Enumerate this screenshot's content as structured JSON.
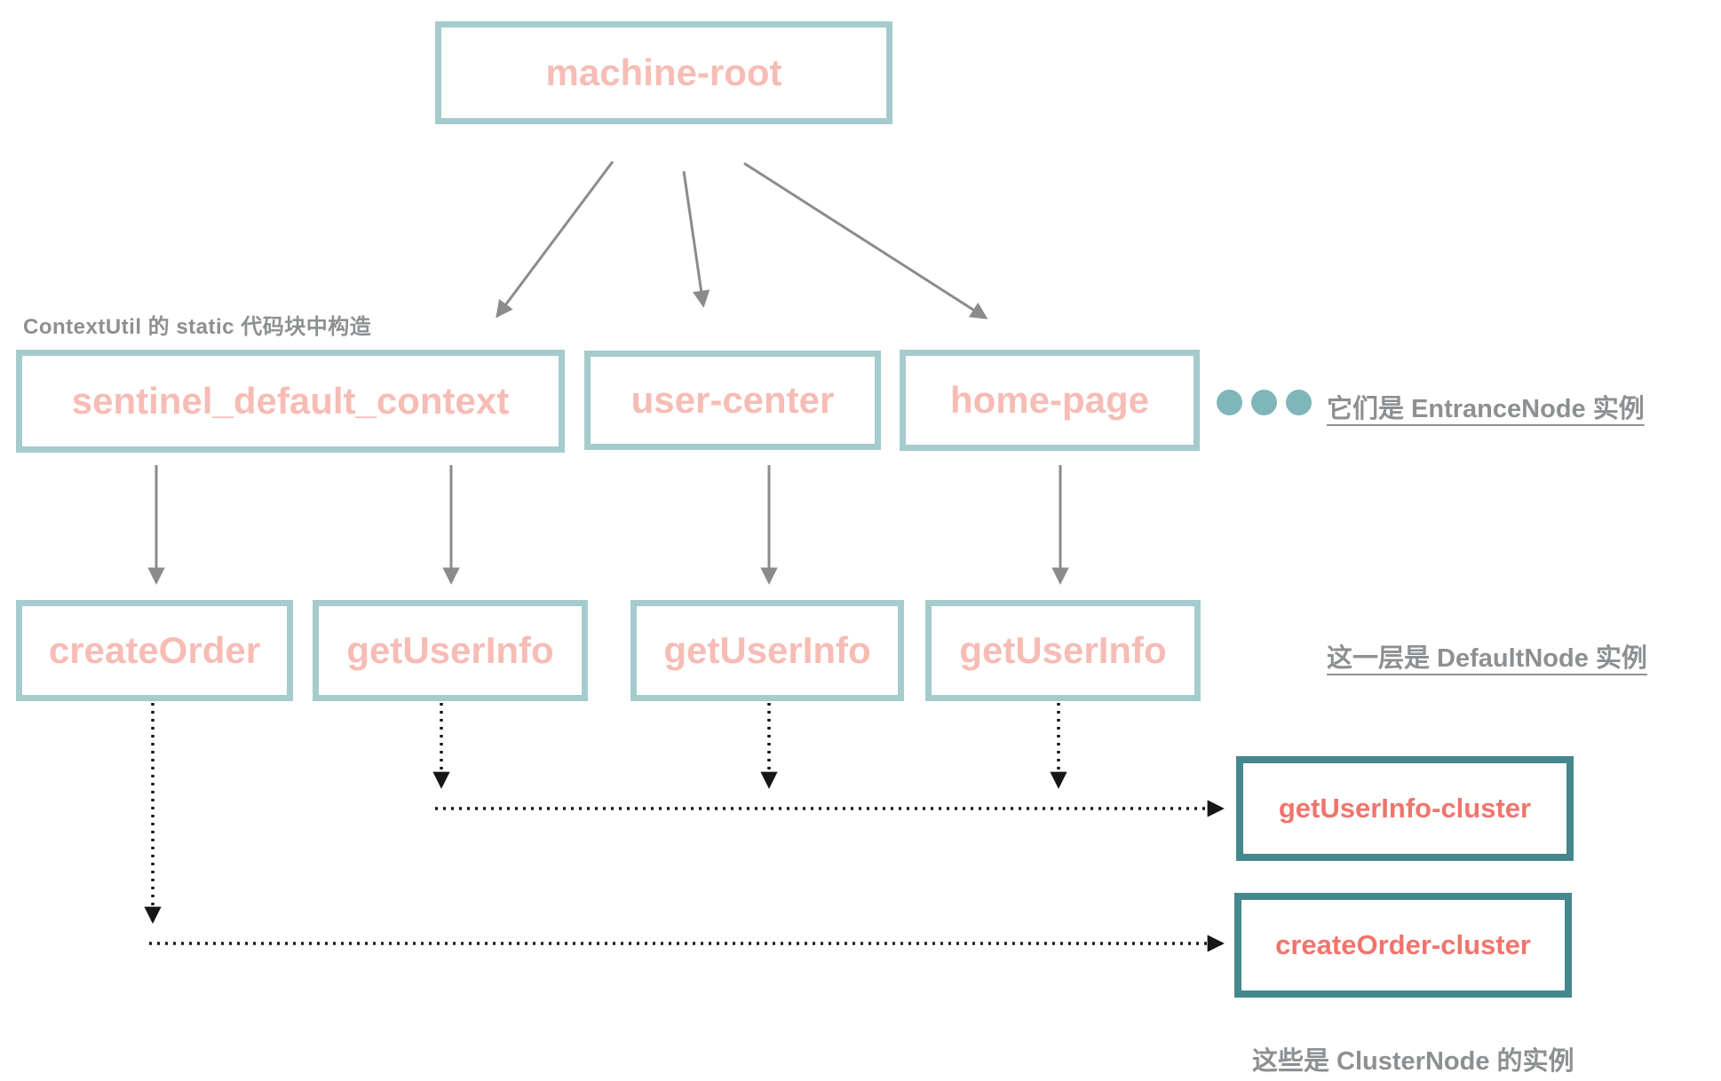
{
  "colors": {
    "box_border_light": "#a5cbcd",
    "box_border_dark": "#44878d",
    "label_pink": "#f6bcb5",
    "label_red": "#f1746c",
    "annotation_gray": "#8d9092",
    "arrow_gray": "#8b8b8b",
    "arrow_black": "#161616",
    "dot_teal": "#7fb6ba"
  },
  "nodes": {
    "machine_root": "machine-root",
    "sentinel_default_context": "sentinel_default_context",
    "user_center": "user-center",
    "home_page": "home-page",
    "create_order": "createOrder",
    "get_user_info_1": "getUserInfo",
    "get_user_info_2": "getUserInfo",
    "get_user_info_3": "getUserInfo",
    "get_user_info_cluster": "getUserInfo-cluster",
    "create_order_cluster": "createOrder-cluster"
  },
  "annotations": {
    "context_util": "ContextUtil 的 static 代码块中构造",
    "entrance_node": "它们是 EntranceNode 实例",
    "default_node": "这一层是 DefaultNode 实例",
    "cluster_node": "这些是 ClusterNode 的实例"
  },
  "icons": {
    "ellipsis_dots": "●●●"
  }
}
